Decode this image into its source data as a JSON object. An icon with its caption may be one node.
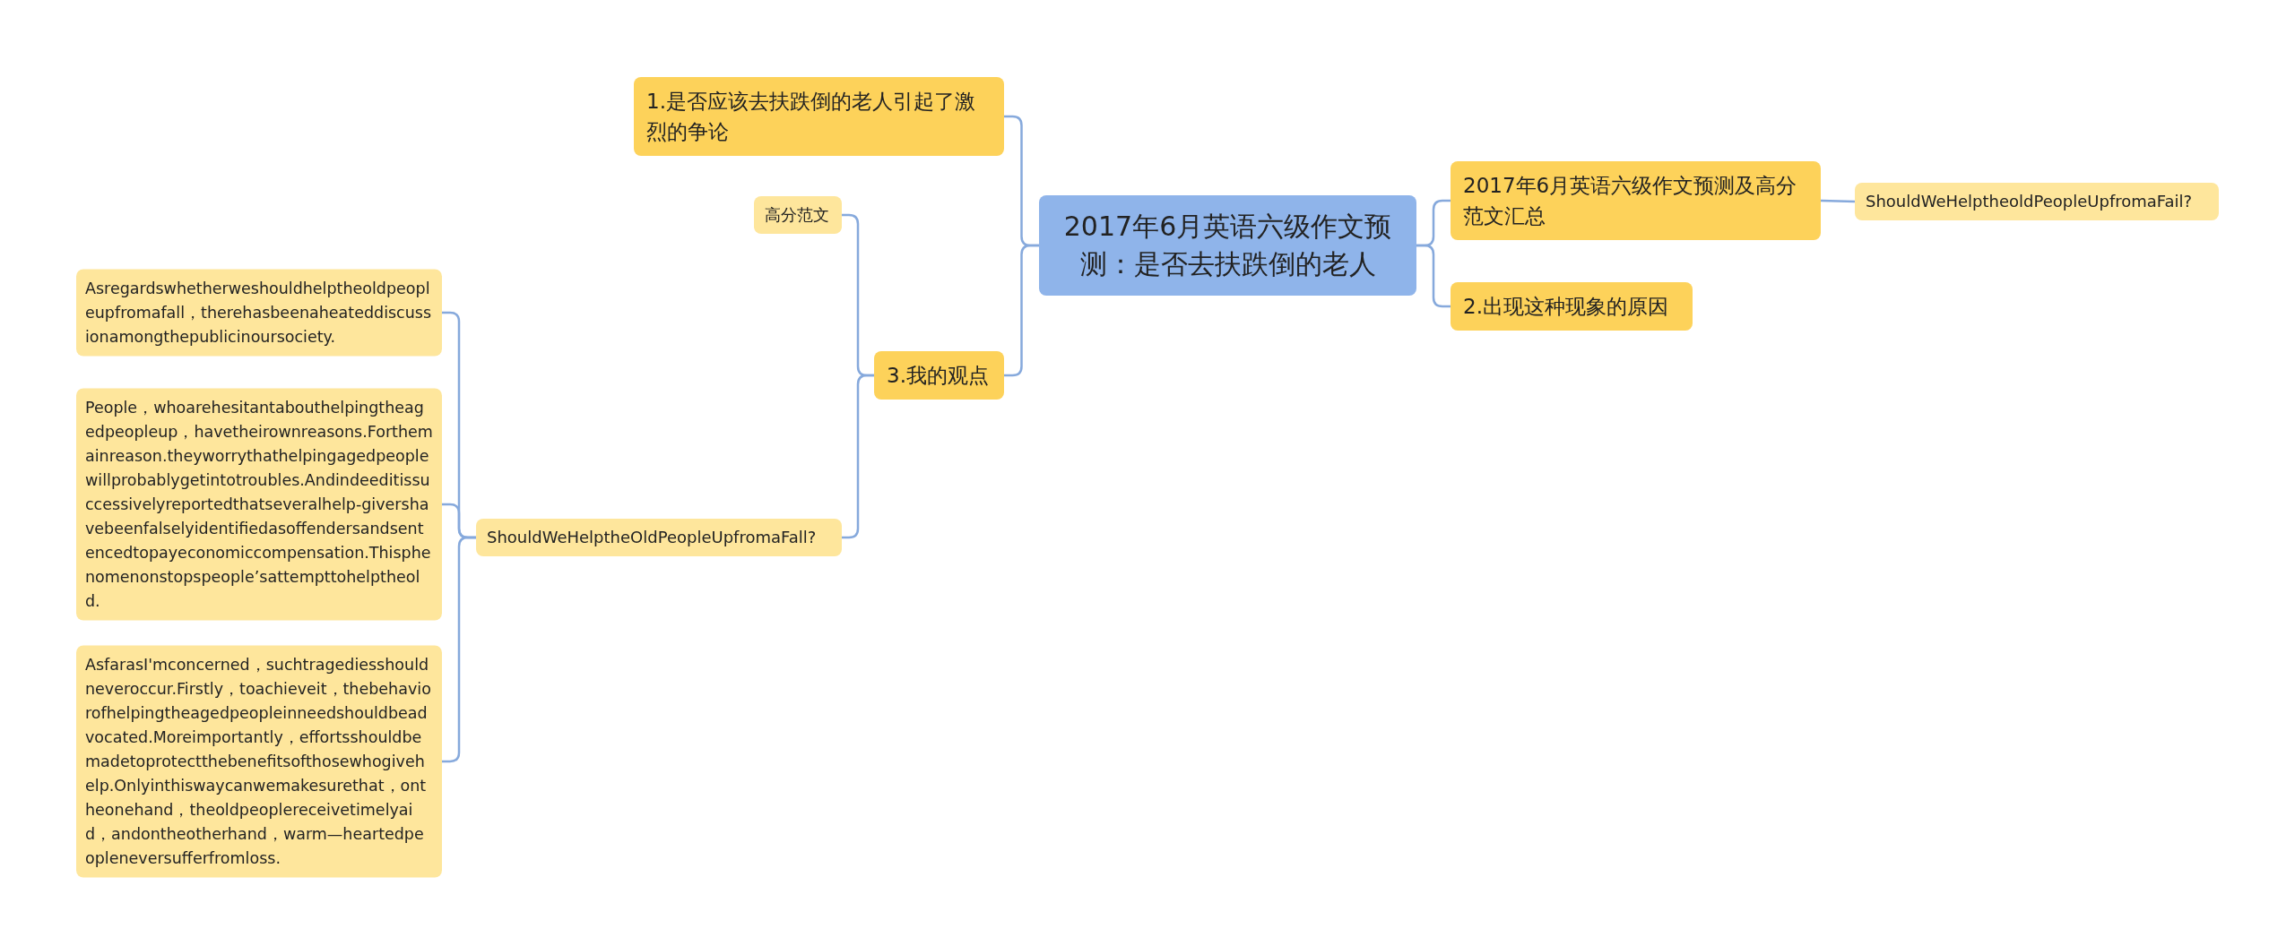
{
  "diagram": {
    "nodes": [
      {
        "text": [
          "2017年6月英语六级作文预测：是否去扶跌倒的老人"
        ]
      },
      {
        "text": [
          "2017年6月英语六级作文预测及高分范文汇总"
        ]
      },
      {
        "text": [
          "ShouldWeHelptheoldPeopleUpfromaFail?"
        ]
      },
      {
        "text": [
          "2.出现这种现象的原因"
        ]
      },
      {
        "text": [
          "1.是否应该去扶跌倒的老人引起了激烈的争论"
        ]
      },
      {
        "text": [
          "高分范文"
        ]
      },
      {
        "text": [
          "3.我的观点"
        ]
      },
      {
        "text": [
          "ShouldWeHelptheOldPeopleUpfromaFall?"
        ]
      },
      {
        "text": [
          "Asregardswhetherweshouldhelptheoldpeopleupfromafall，therehasbeenaheateddiscussionamongthepublicinoursociety."
        ]
      },
      {
        "text": [
          "People，whoarehesitantabouthelpingtheagedpeopleup，havetheirownreasons.Forthemainreason.theyworrythathelpingagedpeoplewillprobablygetintotroubles.Andindeeditissuccessivelyreportedthatseveralhelp-givershavebeenfalselyidentifiedasoffendersandsentencedtopayeconomiccompensation.Thisphenomenonstopspeople’sattempttohelptheold."
        ]
      },
      {
        "text": [
          "AsfarasI'mconcerned，suchtragediesshouldneveroccur.Firstly，toachieveit，thebehaviorofhelpingtheagedpeopleinneedshouldbeadvocated.Moreimportantly，effortsshouldbemadetoprotectthebenefitsofthosewhogivehelp.Onlyinthiswaycanwemakesurethat，ontheonehand，theoldpeoplereceivetimelyaid，andontheotherhand，warm—heartedpeopleneversufferfromloss."
        ]
      }
    ],
    "edges": [
      {
        "from": 0,
        "to": 1,
        "arrow": "none"
      },
      {
        "from": 1,
        "to": 2,
        "arrow": "none"
      },
      {
        "from": 0,
        "to": 3,
        "arrow": "none"
      },
      {
        "from": 0,
        "to": 4,
        "arrow": "none"
      },
      {
        "from": 0,
        "to": 6,
        "arrow": "none"
      },
      {
        "from": 6,
        "to": 5,
        "arrow": "none"
      },
      {
        "from": 6,
        "to": 7,
        "arrow": "none"
      },
      {
        "from": 7,
        "to": 8,
        "arrow": "none"
      },
      {
        "from": 7,
        "to": 9,
        "arrow": "none"
      },
      {
        "from": 7,
        "to": 10,
        "arrow": "none"
      }
    ]
  }
}
